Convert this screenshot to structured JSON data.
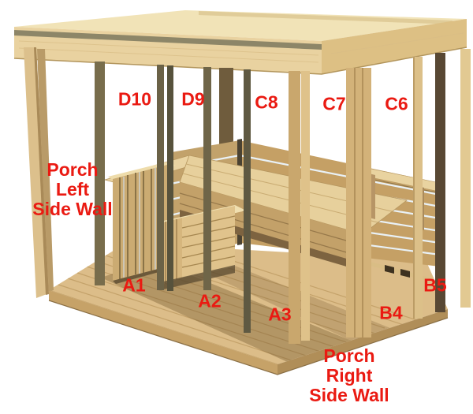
{
  "diagram": {
    "subject": "sauna-porch-frame-assembly",
    "colors": {
      "background": "#ffffff",
      "label_red": "#ea1a12",
      "wood_light": "#f1e3b7",
      "wood_beam": "#e9d2a0",
      "wood_medium": "#d3b279",
      "wood_floor": "#dcbd89",
      "post_olive_dark": "#6b6247",
      "post_brown_dark": "#584834",
      "slat_gap_glow": "#e9f1f6",
      "shadow_brown": "#6b4f26"
    }
  },
  "labels": {
    "d10": "D10",
    "d9": "D9",
    "c8": "C8",
    "c7": "C7",
    "c6": "C6",
    "a1": "A1",
    "a2": "A2",
    "a3": "A3",
    "b4": "B4",
    "b5": "B5",
    "porch_left": "Porch\nLeft\nSide Wall",
    "porch_right": "Porch\nRight\nSide Wall"
  }
}
